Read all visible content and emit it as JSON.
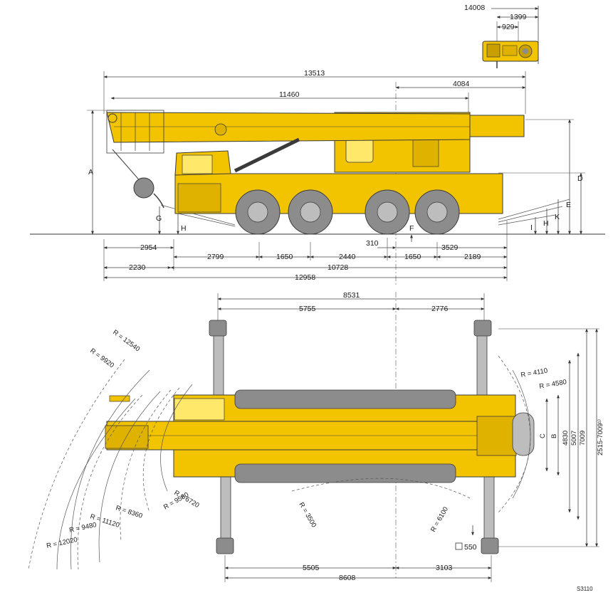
{
  "colors": {
    "crane_yellow": "#F2C400",
    "crane_yellow_dark": "#C99F00",
    "tyre_grey": "#8C8C8C",
    "outline": "#3A3A3A",
    "dimension": "#444444"
  },
  "drawing_code": "S3110",
  "top_inset": {
    "overall": "14008",
    "d1": "1399",
    "d2": "929"
  },
  "side_view": {
    "horizontal_dims": [
      "13513",
      "11460",
      "4084",
      "2954",
      "2799",
      "1650",
      "2440",
      "310",
      "1650",
      "3529",
      "2189",
      "2230",
      "10728",
      "12958"
    ],
    "letters_left": [
      "A",
      "G",
      "H"
    ],
    "letters_right": [
      "D",
      "E",
      "F",
      "K",
      "H",
      "I"
    ]
  },
  "plan_view": {
    "top_dims": [
      "8531",
      "5755",
      "2776"
    ],
    "bottom_dims": [
      "5505",
      "3103",
      "8608"
    ],
    "right_dims": [
      "C",
      "B",
      "4830",
      "5007",
      "7009",
      "2515-7009¹⁾"
    ],
    "radii": {
      "r12540": "R = 12540",
      "r9920": "R = 9920",
      "r4110": "R = 4110",
      "r4580": "R = 4580",
      "r6720": "R = 6720",
      "r9580": "R = 9580",
      "r8360": "R = 8360",
      "r11120": "R = 11120",
      "r9480": "R = 9480",
      "r12020": "R = 12020",
      "r3500": "R = 3500",
      "r6100": "R = 6100"
    },
    "sub1": "1",
    "support": "550"
  }
}
